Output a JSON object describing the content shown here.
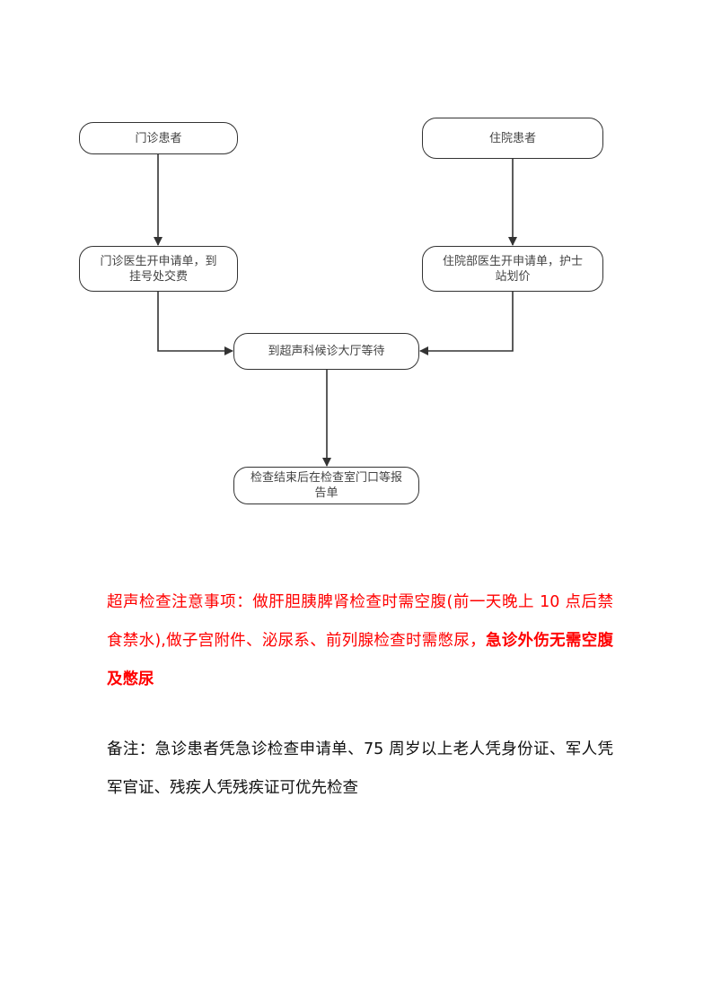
{
  "flowchart": {
    "outpatient": "门诊患者",
    "inpatient": "住院患者",
    "outpatient_step": "门诊医生开申请单，到挂号处交费",
    "inpatient_step": "住院部医生开申请单，护士站划价",
    "waiting": "到超声科候诊大厅等待",
    "report": "检查结束后在检查室门口等报告单"
  },
  "notice": {
    "normal": "超声检查注意事项：做肝胆胰脾肾检查时需空腹(前一天晚上 10 点后禁食禁水),做子宫附件、泌尿系、前列腺检查时需憋尿，",
    "bold": "急诊外伤无需空腹及憋尿",
    "color": "#ff0000"
  },
  "remark": "备注：急诊患者凭急诊检查申请单、75 周岁以上老人凭身份证、军人凭军官证、残疾人凭残疾证可优先检查"
}
